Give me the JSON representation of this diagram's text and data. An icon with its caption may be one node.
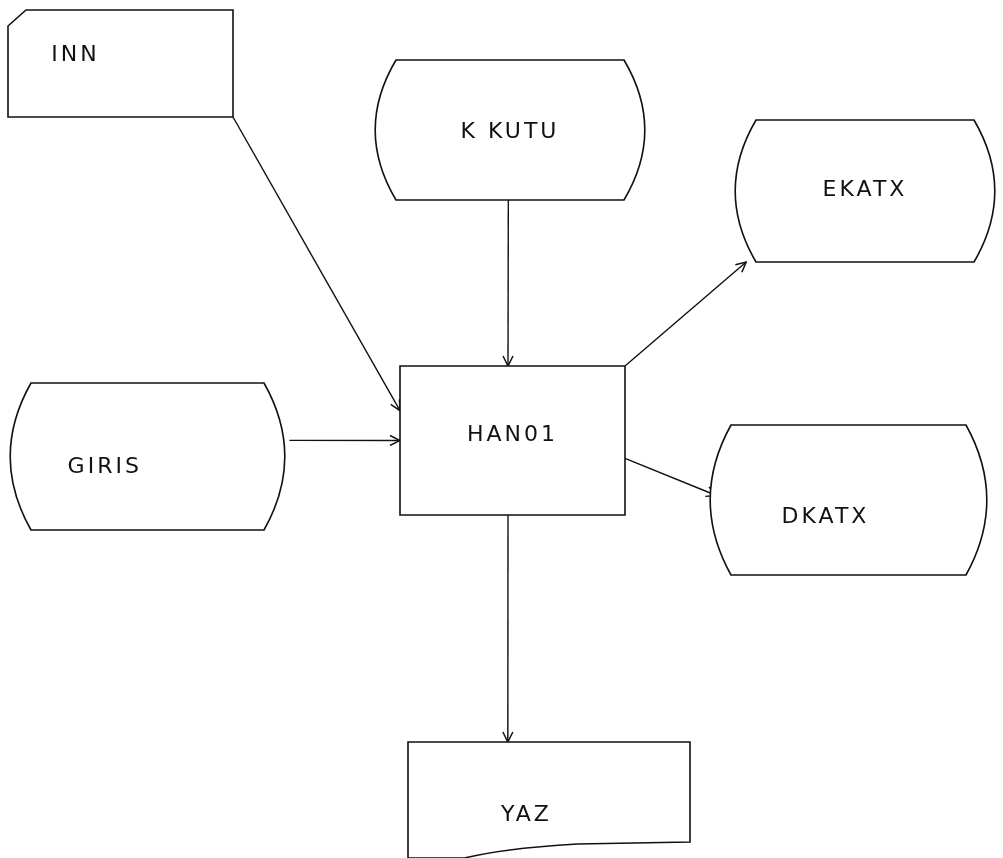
{
  "diagram": {
    "nodes": [
      {
        "text": [
          "INN"
        ]
      },
      {
        "text": [
          "K KUTU"
        ]
      },
      {
        "text": [
          "EKATX"
        ]
      },
      {
        "text": [
          "GIRIS"
        ]
      },
      {
        "text": [
          "HAN01"
        ]
      },
      {
        "text": [
          "DKATX"
        ]
      },
      {
        "text": [
          "YAZ"
        ]
      }
    ],
    "edges": [
      {
        "from": 0,
        "to": 4,
        "arrow": "to"
      },
      {
        "from": 1,
        "to": 4,
        "arrow": "to"
      },
      {
        "from": 4,
        "to": 2,
        "arrow": "to"
      },
      {
        "from": 3,
        "to": 4,
        "arrow": "to"
      },
      {
        "from": 4,
        "to": 5,
        "arrow": "to"
      },
      {
        "from": 4,
        "to": 6,
        "arrow": "to"
      }
    ]
  }
}
